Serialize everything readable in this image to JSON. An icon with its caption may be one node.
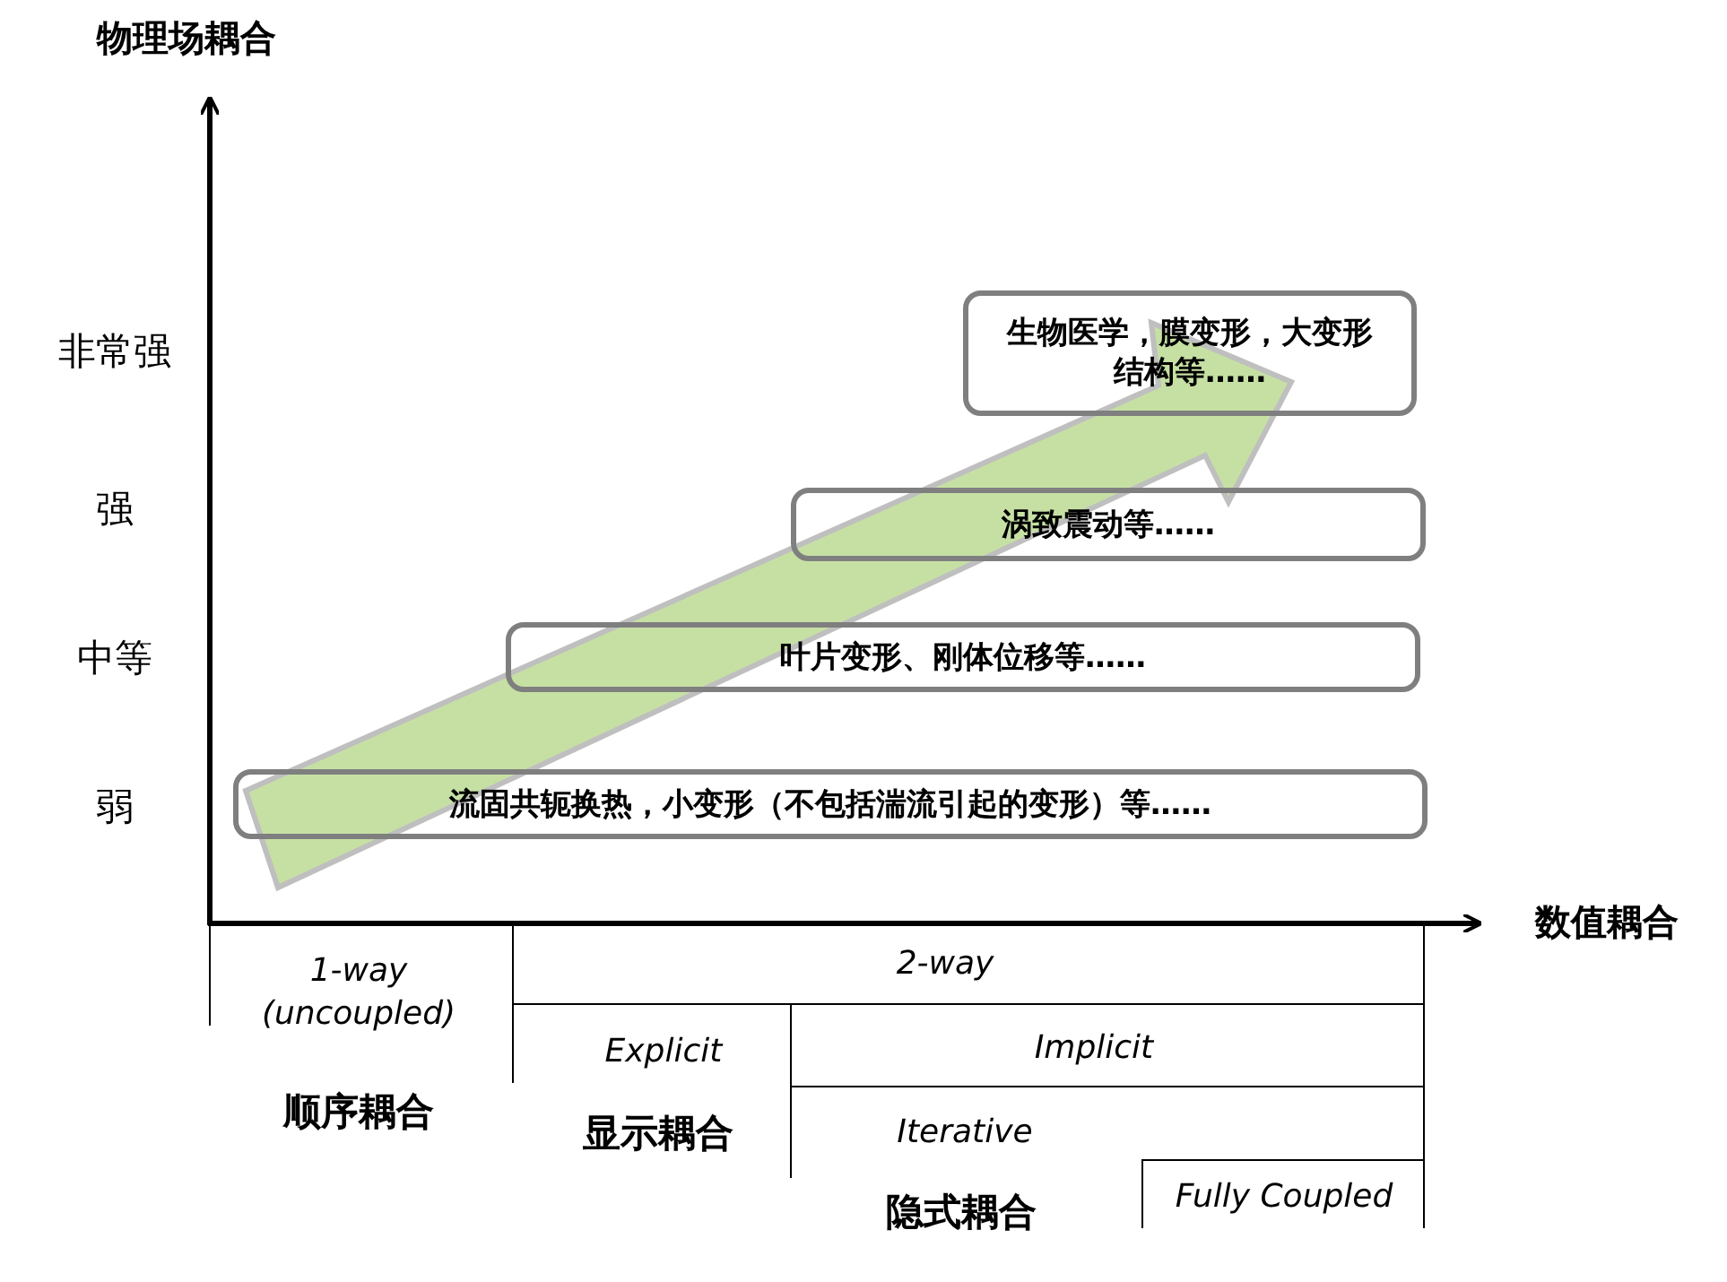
{
  "diagram": {
    "nodes": [
      {
        "text": [
          "生物医学，膜变形，大变形结构等……"
        ]
      },
      {
        "text": [
          "涡致震动等……"
        ]
      },
      {
        "text": [
          "叶片变形、刚体位移等……"
        ]
      },
      {
        "text": [
          "流固共轭换热，小变形（不包括湍流引起的变形）等……"
        ]
      }
    ],
    "labels": [
      "物理场耦合",
      "非常强",
      "强",
      "中等",
      "弱",
      "数值耦合",
      "1-way (uncoupled)",
      "2-way",
      "Explicit",
      "Implicit",
      "顺序耦合",
      "Iterative",
      "显示耦合",
      "Fully Coupled",
      "隐式耦合"
    ]
  }
}
